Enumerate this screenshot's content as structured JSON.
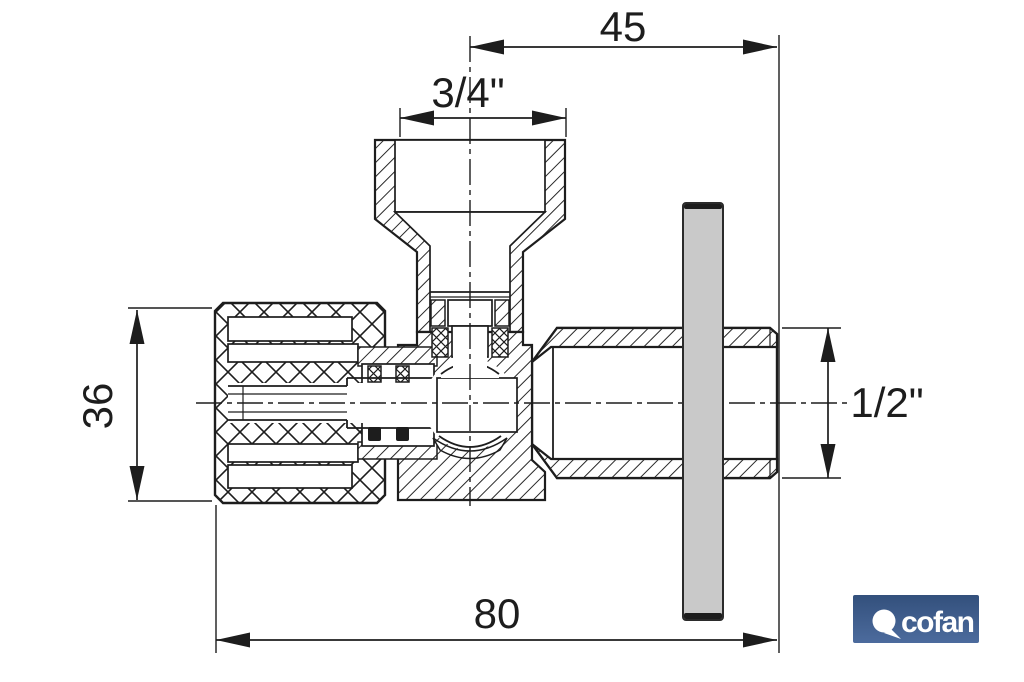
{
  "drawing": {
    "subject": "angle-valve cross-section",
    "dim_top": "45",
    "dim_inlet": "3/4\"",
    "dim_handle": "36",
    "dim_outlet": "1/2\"",
    "dim_length": "80"
  },
  "logo": {
    "brand": "cofan"
  },
  "colors": {
    "line": "#1d1d1d",
    "plate": "#c9c9c9",
    "plate_edge": "#2b2b2b",
    "logo_top": "#33507c",
    "logo_bottom": "#4c6b9d"
  }
}
